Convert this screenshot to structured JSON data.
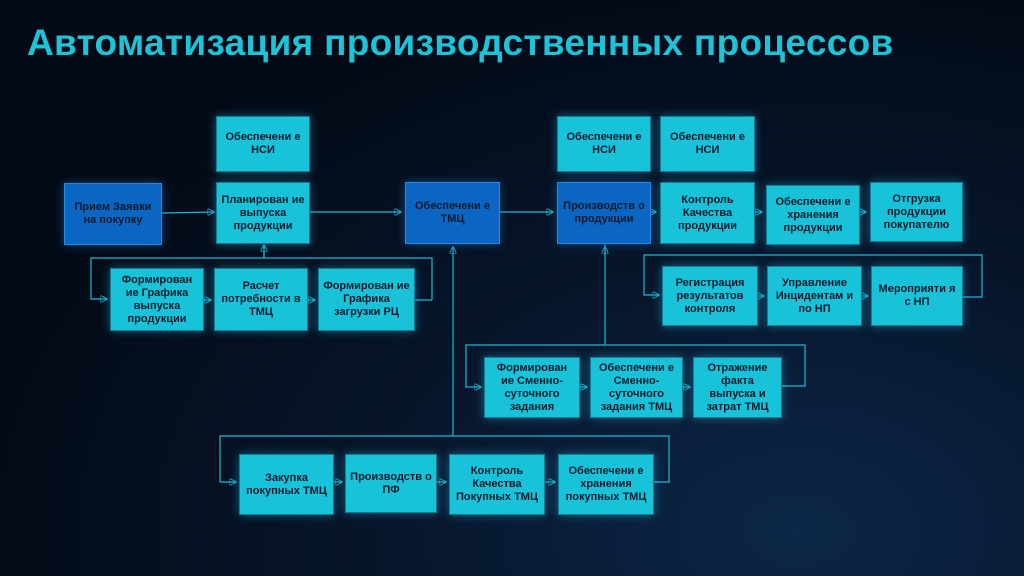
{
  "title": "Автоматизация производственных процессов",
  "nodes": {
    "prs1": "Обеспечени е НСИ",
    "priem": "Прием Заявки на покупку",
    "plan": "Планирован ие выпуска продукции",
    "form_vyp": "Формирован ие Графика выпуска продукции",
    "raschet": "Расчет потребности в ТМЦ",
    "form_zagr": "Формирован ие Графика загрузки РЦ",
    "obesp_tmc": "Обеспечени е ТМЦ",
    "nsi2": "Обеспечени е НСИ",
    "nsi3": "Обеспечени е НСИ",
    "proizv": "Производств о продукции",
    "kontrol": "Контроль Качества продукции",
    "hranenie": "Обеспечени е хранения продукции",
    "otgruzka": "Отгрузка продукции покупателю",
    "registr": "Регистрация результатов контроля",
    "upravl": "Управление Инцидентам и по НП",
    "meropr": "Мероприяти я с НП",
    "form_smen": "Формирован ие Сменно-суточного задания",
    "obesp_smen": "Обеспечени е Сменно-суточного задания ТМЦ",
    "otrazh": "Отражение факта выпуска и затрат ТМЦ",
    "zakupka": "Закупка покупных ТМЦ",
    "proizv_pf": "Производств о ПФ",
    "kontrol_pok": "Контроль Качества Покупных ТМЦ",
    "hran_pok": "Обеспечени е хранения покупных ТМЦ"
  },
  "colors": {
    "title": "#1dc4d8",
    "cyan_box": "#18c3d9",
    "blue_box": "#0a66c2",
    "connector": "#19b8d6",
    "background": "#030a16"
  }
}
